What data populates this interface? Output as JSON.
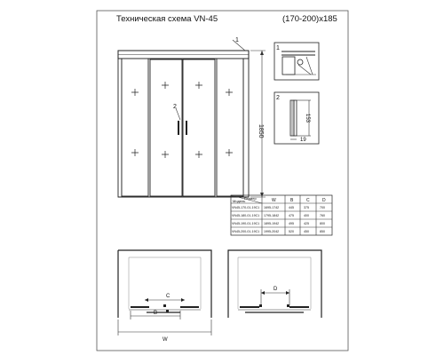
{
  "header": {
    "title": "Техническая схема VN-45",
    "size": "(170-200)x185"
  },
  "callouts": {
    "one": "1",
    "two": "2"
  },
  "dimensions": {
    "overall_height": "1850",
    "profile_height": "153",
    "profile_width": "19"
  },
  "table": {
    "corner_top": "Размер",
    "corner_bottom": "Модель",
    "columns": [
      "W",
      "B",
      "C",
      "D"
    ],
    "rows": [
      {
        "model": "VN45-170-01-19C1",
        "w": "1695-1742",
        "b": "445",
        "c": "375",
        "d": "700"
      },
      {
        "model": "VN45-180-01-19C1",
        "w": "1795-1842",
        "b": "475",
        "c": "400",
        "d": "760"
      },
      {
        "model": "VN45-190-01-19C1",
        "w": "1895-1942",
        "b": "495",
        "c": "425",
        "d": "800"
      },
      {
        "model": "VN45-200-01-19C1",
        "w": "1995-2042",
        "b": "520",
        "c": "450",
        "d": "850"
      }
    ]
  },
  "plan_labels": {
    "w": "W",
    "b": "B",
    "c": "C",
    "d": "D"
  }
}
